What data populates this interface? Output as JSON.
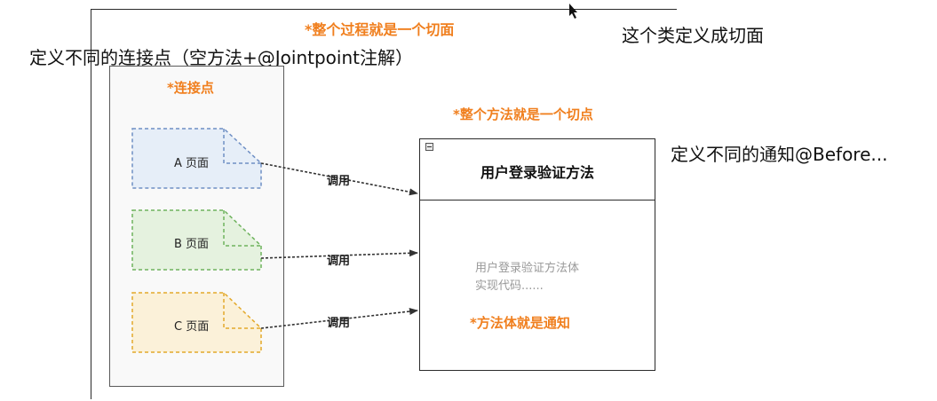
{
  "aspect_label": "*整个过程就是一个切面",
  "aspect_note": "这个类定义成切面",
  "joinpoint_note": "定义不同的连接点（空方法+@Jointpoint注解）",
  "joinpoint_label": "*连接点",
  "pointcut_label": "*整个方法就是一个切点",
  "advice_note": "定义不同的通知@Before...",
  "pages": [
    {
      "label": "A 页面",
      "color": "#6f8fc4",
      "fill": "#e6eef8"
    },
    {
      "label": "B 页面",
      "color": "#6fb35e",
      "fill": "#e5f2df"
    },
    {
      "label": "C 页面",
      "color": "#e3a92a",
      "fill": "#fbf1d9"
    }
  ],
  "calls": [
    "调用",
    "调用",
    "调用"
  ],
  "method": {
    "title": "用户登录验证方法",
    "body_line1": "用户登录验证方法体",
    "body_line2": "实现代码......",
    "advice_label": "*方法体就是通知"
  }
}
